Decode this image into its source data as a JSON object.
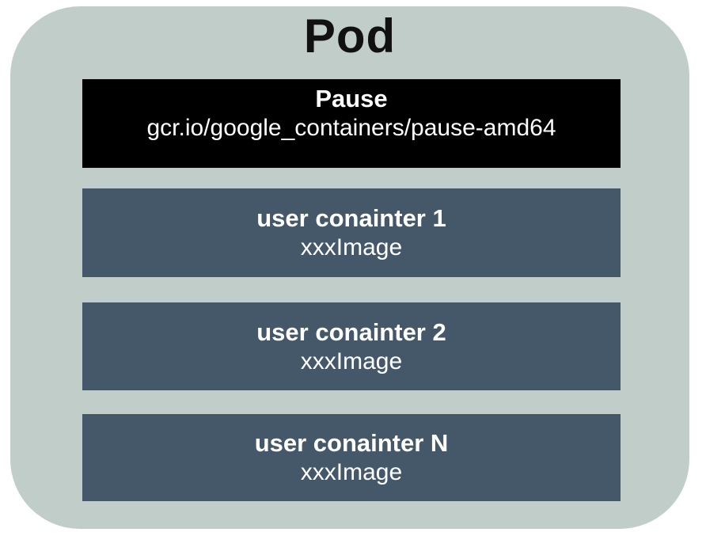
{
  "diagram": {
    "title": "Pod",
    "pause_container": {
      "name": "Pause",
      "image": "gcr.io/google_containers/pause-amd64"
    },
    "user_containers": [
      {
        "name": "user conainter 1",
        "image": "xxxImage"
      },
      {
        "name": "user conainter 2",
        "image": "xxxImage"
      },
      {
        "name": "user conainter N",
        "image": "xxxImage"
      }
    ],
    "colors": {
      "pod_background": "#c1cdc9",
      "pause_box_background": "#000000",
      "user_box_background": "#45586a",
      "title_color": "#111111",
      "box_text_color": "#ffffff",
      "page_background": "#ffffff"
    }
  }
}
